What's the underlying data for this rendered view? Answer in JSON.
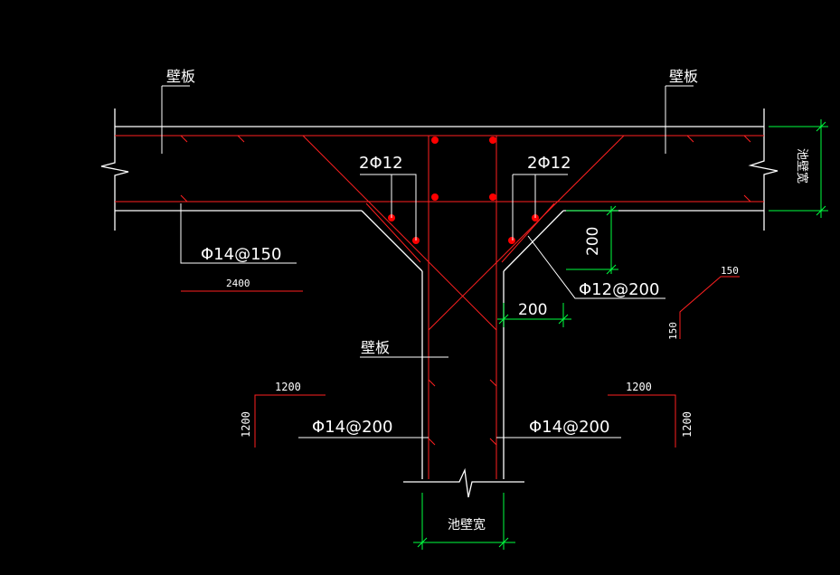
{
  "colors": {
    "background": "#000000",
    "outline": "#ffffff",
    "rebar": "#ff2020",
    "dimension": "#00ff40",
    "dot": "#ff0000"
  },
  "labels": {
    "wall_left": "壁板",
    "wall_right": "壁板",
    "wall_center": "壁板",
    "pool_wall_width_bottom": "池壁宽",
    "pool_wall_width_right": "池壁宽",
    "top_bar_left": "2Φ12",
    "top_bar_right": "2Φ12",
    "rebar_phi14_150": "Φ14@150",
    "length_2400": "2400",
    "dim_200_vertical": "200",
    "dim_200_horizontal": "200",
    "rebar_phi12_200": "Φ12@200",
    "bend_150_h": "150",
    "bend_150_v": "150",
    "bend_1200_h_left": "1200",
    "bend_1200_v_left": "1200",
    "bend_1200_h_right": "1200",
    "bend_1200_v_right": "1200",
    "rebar_phi14_200_left": "Φ14@200",
    "rebar_phi14_200_right": "Φ14@200"
  }
}
